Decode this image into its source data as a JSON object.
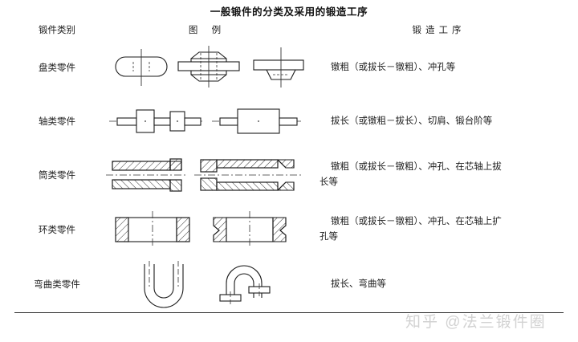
{
  "title": "一般锻件的分类及采用的锻造工序",
  "table": {
    "headers": {
      "category": "锻件类别",
      "figure": "图 例",
      "process": "锻造工序"
    },
    "rows": [
      {
        "category": "盘类零件",
        "figure_name": "disc-parts-diagram",
        "process_line1": "镦粗（或拔长－镦粗）、冲孔等",
        "process_line2": ""
      },
      {
        "category": "轴类零件",
        "figure_name": "shaft-parts-diagram",
        "process_line1": "拔长（或镦粗－拔长）、切肩、锻台阶等",
        "process_line2": ""
      },
      {
        "category": "筒类零件",
        "figure_name": "cylinder-parts-diagram",
        "process_line1": "镦粗（或拔长－镦粗）、冲孔、在芯轴上拔",
        "process_line2": "长等"
      },
      {
        "category": "环类零件",
        "figure_name": "ring-parts-diagram",
        "process_line1": "镦粗（或拔长－镦粗）、冲孔、在芯轴上扩",
        "process_line2": "孔等"
      },
      {
        "category": "弯曲类零件",
        "figure_name": "bend-parts-diagram",
        "process_line1": "拔长、弯曲等",
        "process_line2": ""
      }
    ]
  },
  "watermark": "知乎 @法兰锻件圈",
  "colors": {
    "ink": "#1b1b1b",
    "rule_heavy": "#2b2b2b",
    "rule_light": "#777777",
    "watermark": "#d2d2d2"
  }
}
